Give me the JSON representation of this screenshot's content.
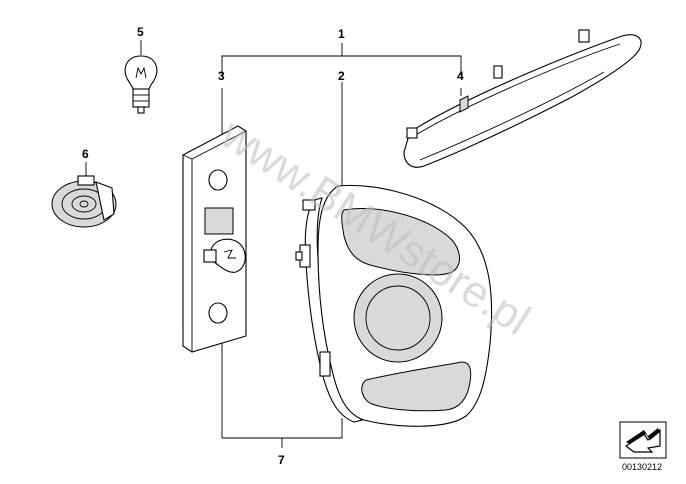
{
  "watermark": "www.BMWstore.pl",
  "reference_code": "00130212",
  "callouts": {
    "c1": "1",
    "c2": "2",
    "c3": "3",
    "c4": "4",
    "c5": "5",
    "c6": "6",
    "c7": "7"
  },
  "colors": {
    "line": "#000000",
    "watermark": "#bdbdbd",
    "shade": "#d9d9d9"
  },
  "icons": {
    "nav": "corner-arrow-icon"
  }
}
